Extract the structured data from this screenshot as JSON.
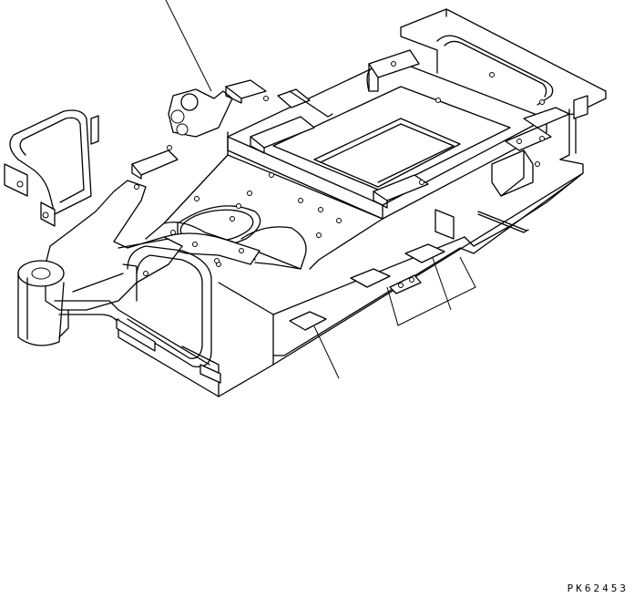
{
  "figure": {
    "drawing_code": "PK62453",
    "leaders": [
      {
        "id": "leader-top"
      },
      {
        "id": "leader-bottom-center"
      },
      {
        "id": "leader-bottom-right-a"
      },
      {
        "id": "leader-bottom-right-b"
      }
    ]
  }
}
